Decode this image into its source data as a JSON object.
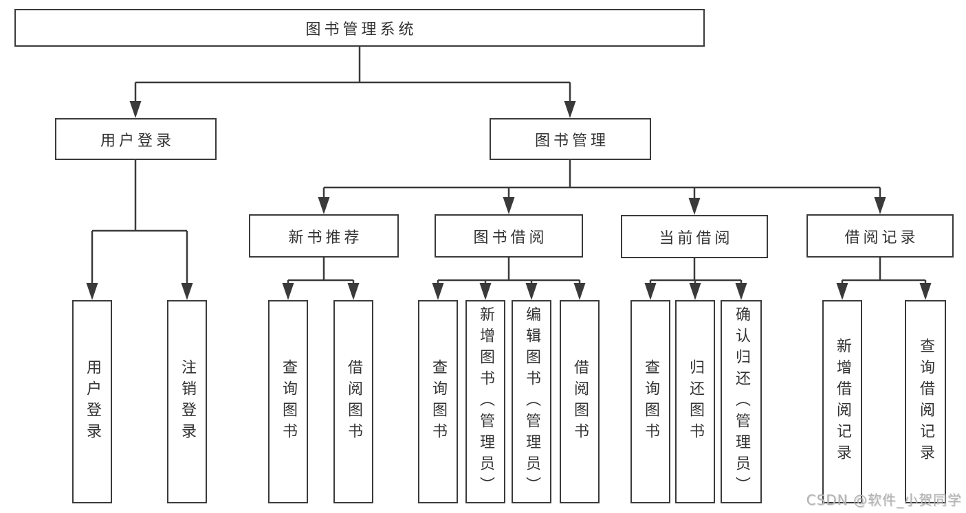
{
  "watermark": "CSDN @软件_小贺同学",
  "colors": {
    "line": "#3a3a3a",
    "text": "#333333",
    "background": "#ffffff",
    "watermark": "#b3b3b3"
  },
  "tree": {
    "root": {
      "label": "图书管理系统"
    },
    "branches": [
      {
        "label": "用户登录",
        "children": [
          {
            "label": "用户登录"
          },
          {
            "label": "注销登录"
          }
        ]
      },
      {
        "label": "图书管理",
        "children": [
          {
            "label": "新书推荐",
            "children": [
              {
                "label": "查询图书"
              },
              {
                "label": "借阅图书"
              }
            ]
          },
          {
            "label": "图书借阅",
            "children": [
              {
                "label": "查询图书"
              },
              {
                "label": "新增图书（管理员）"
              },
              {
                "label": "编辑图书（管理员）"
              },
              {
                "label": "借阅图书"
              }
            ]
          },
          {
            "label": "当前借阅",
            "children": [
              {
                "label": "查询图书"
              },
              {
                "label": "归还图书"
              },
              {
                "label": "确认归还（管理员）"
              }
            ]
          },
          {
            "label": "借阅记录",
            "children": [
              {
                "label": "新增借阅记录"
              },
              {
                "label": "查询借阅记录"
              }
            ]
          }
        ]
      }
    ]
  }
}
